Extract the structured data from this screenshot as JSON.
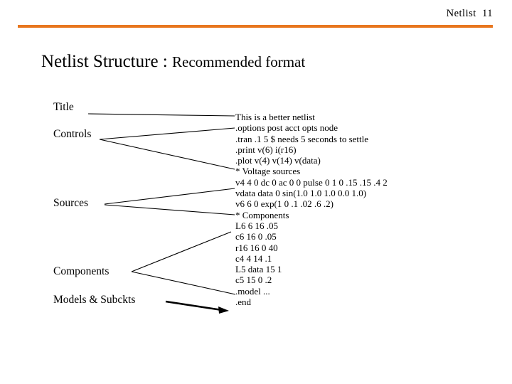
{
  "header": {
    "title": "Netlist  11",
    "rule_color": "#e8761e"
  },
  "slide": {
    "title_main": "Netlist Structure : ",
    "title_sub": "Recommended format"
  },
  "structure_labels": [
    {
      "id": "title",
      "label": "Title"
    },
    {
      "id": "controls",
      "label": "Controls"
    },
    {
      "id": "sources",
      "label": "Sources"
    },
    {
      "id": "components",
      "label": "Components"
    },
    {
      "id": "models",
      "label": "Models & Subckts"
    }
  ],
  "netlist": {
    "lines": [
      "This is a better netlist",
      ".options post acct opts node",
      ".tran .1 5 $ needs 5 seconds to settle",
      ".print v(6) i(r16)",
      ".plot v(4) v(14) v(data)",
      "* Voltage sources",
      "v4 4 0 dc 0 ac 0 0 pulse 0 1 0 .15 .15 .4 2",
      "vdata data 0 sin(1.0 1.0 1.0 0.0 1.0)",
      "v6 6 0 exp(1 0 .1 .02 .6 .2)",
      "* Components",
      "L6 6 16 .05",
      "c6 16 0 .05",
      "r16 16 0 40",
      "c4 4 14 .1",
      "L5 data 15 1",
      "c5 15 0 .2",
      ".model ...",
      ".end"
    ]
  }
}
